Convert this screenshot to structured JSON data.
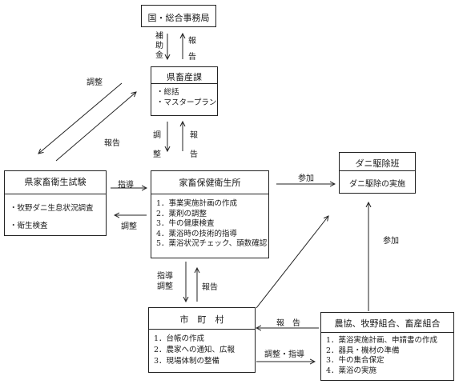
{
  "nodes": {
    "national": {
      "title": "国・総合事務局"
    },
    "prefecture_livestock": {
      "title": "県畜産課",
      "items": [
        "・総括",
        "・マスタープラン"
      ]
    },
    "prefecture_test_station": {
      "title": "県家畜衛生試験",
      "items": [
        "・牧野ダニ生息状況調査",
        "・衛生検査"
      ]
    },
    "health_center": {
      "title": "家畜保健衛生所",
      "items": [
        "1．事業実施計画の作成",
        "2．薬剤の調整",
        "3．牛の健康検査",
        "4．薬浴時の技術的指導",
        "5．薬浴状況チェック、頭数確認"
      ]
    },
    "mite_team": {
      "title": "ダニ駆除班",
      "items": [
        "ダニ駆除の実施"
      ]
    },
    "municipality": {
      "title": "市　町　村",
      "items": [
        "1．台帳の作成",
        "2．農家への通知、広報",
        "3．現場体制の整備"
      ]
    },
    "cooperatives": {
      "title": "農協、牧野組合、畜産組合",
      "items": [
        "1．薬浴実施計画、申請書の作成",
        "2．器具・機材の準備",
        "3．牛の集合保定",
        "4．薬浴の実施"
      ]
    }
  },
  "edge_labels": {
    "subsidy": "補助金",
    "report_to_national": "報告",
    "adjust_to_prefecture": "調整",
    "report_from_test_station": "報告",
    "adjust_down": "調整",
    "report_up": "報告",
    "guidance": "指導",
    "adjust_back": "調整",
    "participate_top": "参加",
    "participate_right": "参加",
    "guide_adjust_down": "指導調整",
    "report_from_municipality": "報告",
    "report_from_cooperatives": "報　告",
    "adjust_guide_to_cooperatives": "調整・指導"
  }
}
